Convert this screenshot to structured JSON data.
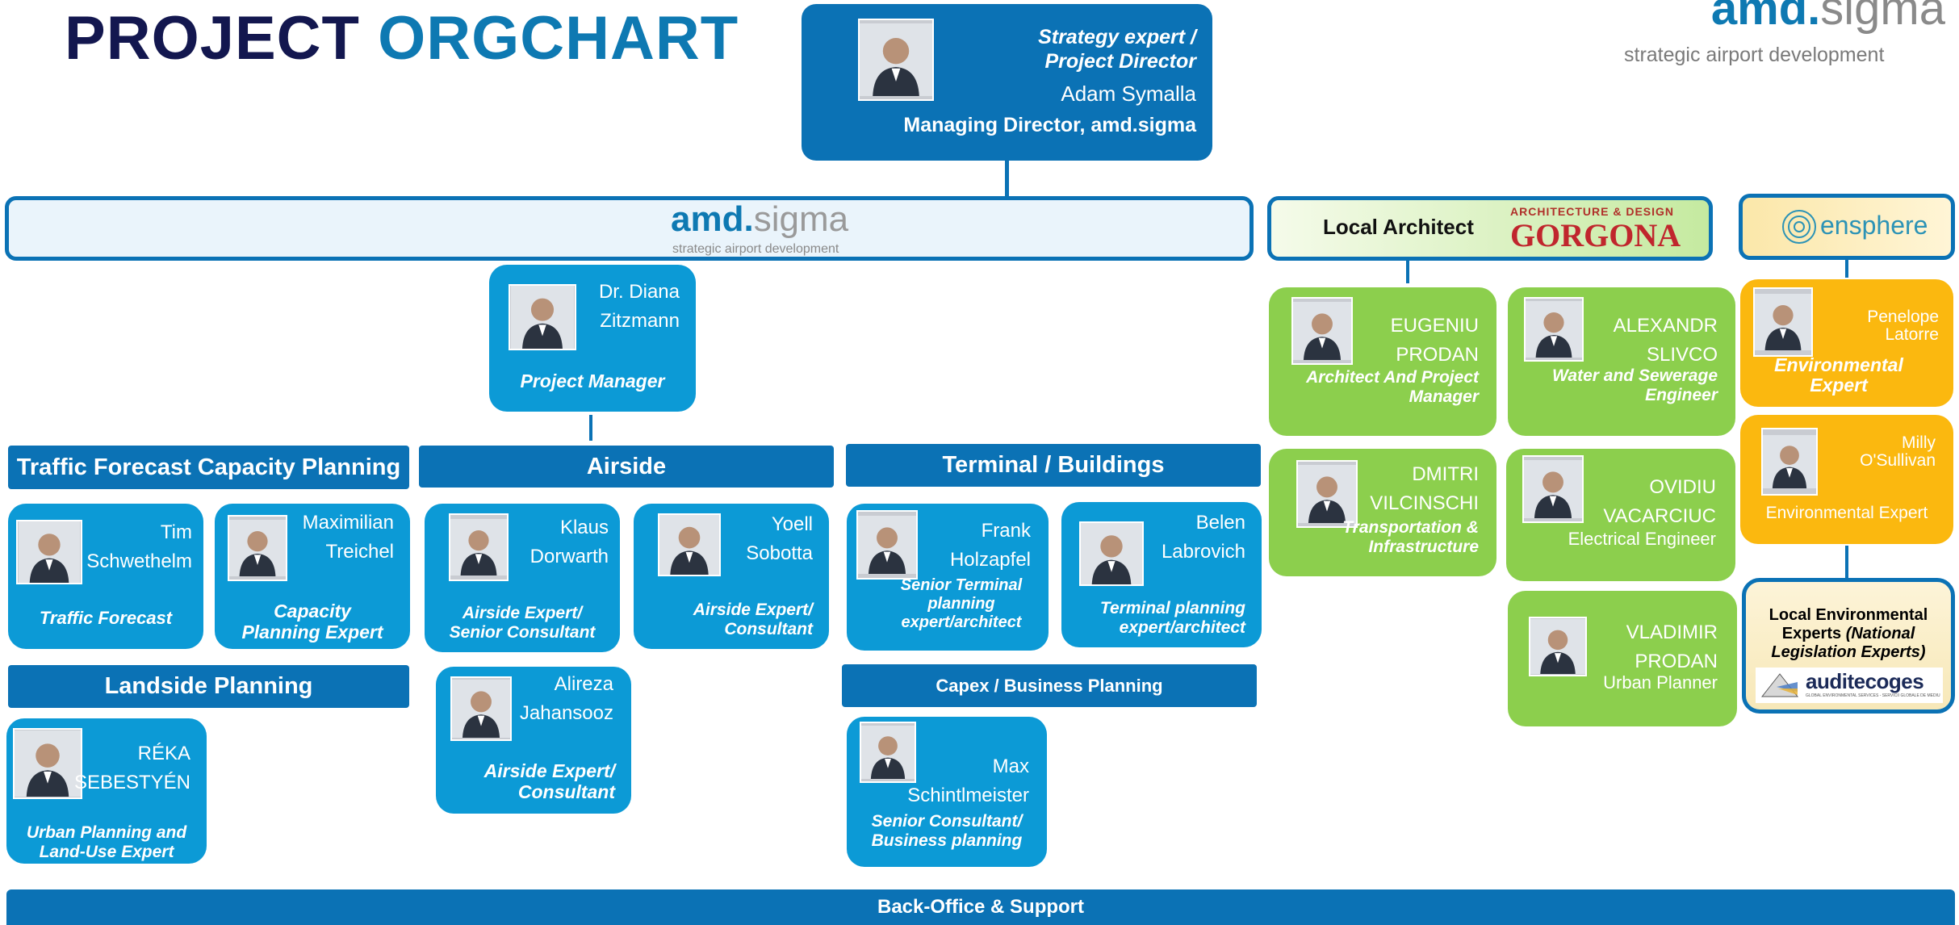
{
  "title": {
    "part1": "PROJECT",
    "part2": "ORGCHART"
  },
  "logo": {
    "main_part1": "amd.",
    "main_part2": "sigma",
    "sub": "strategic airport development"
  },
  "director": {
    "role_line1": "Strategy expert /",
    "role_line2": "Project Director",
    "name": "Adam Symalla",
    "position": "Managing Director, amd.sigma"
  },
  "banners": {
    "amd": {
      "logo_part1": "amd.",
      "logo_part2": "sigma",
      "sub": "strategic airport development"
    },
    "local_architect": {
      "label": "Local Architect",
      "brand_top": "ARCHITECTURE & DESIGN",
      "brand_name": "GORGONA"
    },
    "ensphere": {
      "brand": "ensphere"
    }
  },
  "project_manager": {
    "name_line1": "Dr. Diana",
    "name_line2": "Zitzmann",
    "role": "Project Manager"
  },
  "sections": {
    "traffic": "Traffic Forecast Capacity Planning",
    "airside": "Airside",
    "terminal": "Terminal / Buildings",
    "landside": "Landside Planning",
    "capex": "Capex / Business Planning",
    "backoffice": "Back-Office & Support"
  },
  "people": {
    "tim": {
      "name_line1": "Tim",
      "name_line2": "Schwethelm",
      "role_line1": "Traffic Forecast"
    },
    "maximilian": {
      "name_line1": "Maximilian",
      "name_line2": "Treichel",
      "role_line1": "Capacity",
      "role_line2": "Planning Expert"
    },
    "klaus": {
      "name_line1": "Klaus",
      "name_line2": "Dorwarth",
      "role_line1": "Airside Expert/",
      "role_line2": "Senior Consultant"
    },
    "yoell": {
      "name_line1": "Yoell",
      "name_line2": "Sobotta",
      "role_line1": "Airside Expert/",
      "role_line2": "Consultant"
    },
    "frank": {
      "name_line1": "Frank",
      "name_line2": "Holzapfel",
      "role_line1": "Senior Terminal",
      "role_line2": "planning",
      "role_line3": "expert/architect"
    },
    "belen": {
      "name_line1": "Belen",
      "name_line2": "Labrovich",
      "role_line1": "Terminal planning",
      "role_line2": "expert/architect"
    },
    "reka": {
      "name_line1": "RÉKA",
      "name_line2": "SEBESTYÉN",
      "role_line1": "Urban Planning and",
      "role_line2": "Land-Use Expert"
    },
    "alireza": {
      "name_line1": "Alireza",
      "name_line2": "Jahansooz",
      "role_line1": "Airside Expert/",
      "role_line2": "Consultant"
    },
    "max": {
      "name_line1": "Max",
      "name_line2": "Schintlmeister",
      "role_line1": "Senior Consultant/",
      "role_line2": "Business planning"
    },
    "eugeniu": {
      "name_line1": "EUGENIU",
      "name_line2": "PRODAN",
      "role_line1": "Architect And Project",
      "role_line2": "Manager"
    },
    "alexandr": {
      "name_line1": "ALEXANDR",
      "name_line2": "SLIVCO",
      "role_line1": "Water and Sewerage",
      "role_line2": "Engineer"
    },
    "dmitri": {
      "name_line1": "DMITRI",
      "name_line2": "VILCINSCHI",
      "role_line1": "Transportation &",
      "role_line2": "Infrastructure"
    },
    "ovidiu": {
      "name_line1": "OVIDIU",
      "name_line2": "VACARCIUC",
      "role_line1": "Electrical Engineer"
    },
    "vladimir": {
      "name_line1": "VLADIMIR",
      "name_line2": "PRODAN",
      "role_line1": "Urban Planner"
    },
    "penelope": {
      "name_line1": "Penelope",
      "name_line2": "Latorre",
      "role_line1": "Environmental",
      "role_line2": "Expert"
    },
    "milly": {
      "name_line1": "Milly",
      "name_line2": "O'Sullivan",
      "role_line1": "Environmental Expert"
    }
  },
  "local_env": {
    "line1": "Local Environmental",
    "line2_plain": "Experts ",
    "line2_italic": "(National",
    "line3": "Legislation Experts)",
    "brand": "auditecoges",
    "brand_tagline": "GLOBAL ENVIRONMENTAL SERVICES - SERVICII GLOBALE DE MEDIU"
  },
  "colors": {
    "dark_blue": "#0b72b5",
    "card_blue": "#0c9ad6",
    "green": "#8ccf4d",
    "orange": "#fbb80f",
    "title_navy": "#13174f"
  }
}
